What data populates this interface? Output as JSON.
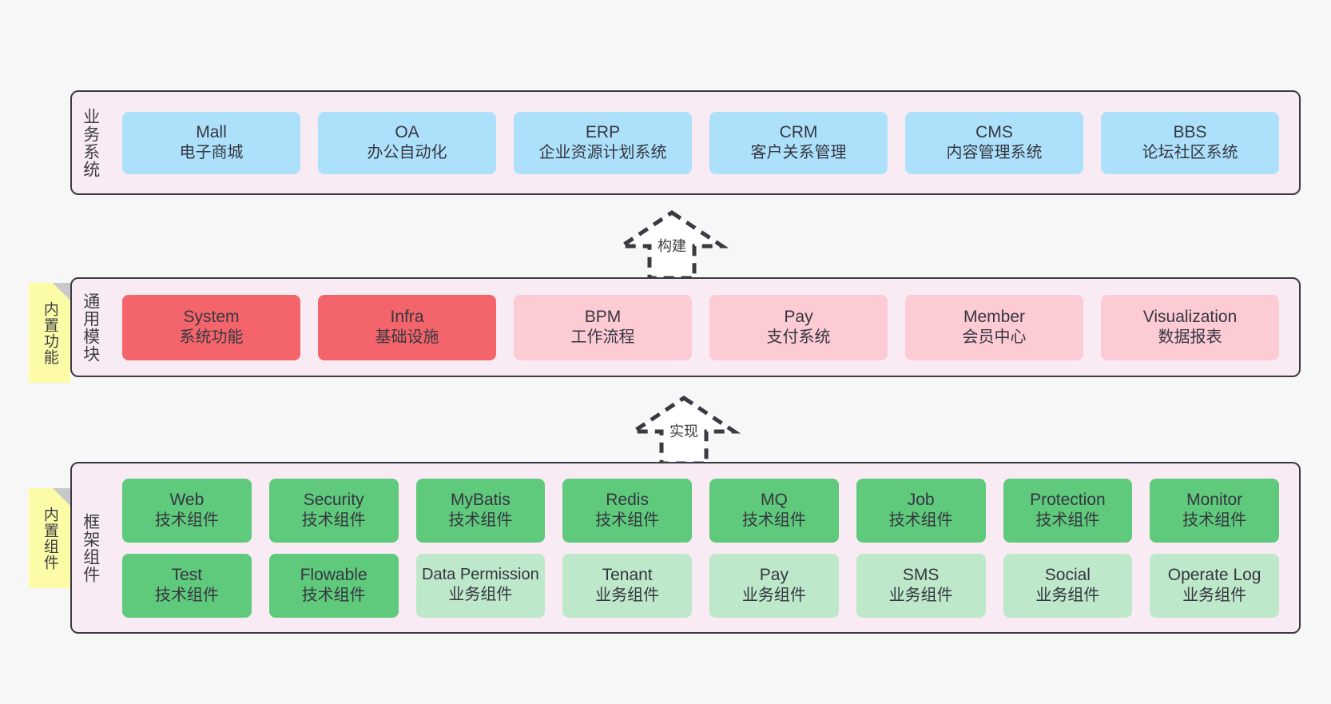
{
  "canvas": {
    "background": "#f7f7f7",
    "panel_bg": "#f9ebf4",
    "panel_border": "#3a3a42",
    "note_bg": "#fcfba6",
    "colors": {
      "business": "#ade1fb",
      "module_core": "#f4656b",
      "module_optional": "#fccbd4",
      "framework_tech": "#5fc97c",
      "framework_biz": "#bde8c9"
    }
  },
  "layers": {
    "business": {
      "title": "业务系统",
      "cards": [
        {
          "name": "Mall",
          "desc": "电子商城",
          "color": "blue"
        },
        {
          "name": "OA",
          "desc": "办公自动化",
          "color": "blue"
        },
        {
          "name": "ERP",
          "desc": "企业资源计划系统",
          "color": "blue"
        },
        {
          "name": "CRM",
          "desc": "客户关系管理",
          "color": "blue"
        },
        {
          "name": "CMS",
          "desc": "内容管理系统",
          "color": "blue"
        },
        {
          "name": "BBS",
          "desc": "论坛社区系统",
          "color": "blue"
        }
      ]
    },
    "module": {
      "title": "通用模块",
      "note": "内置功能",
      "cards": [
        {
          "name": "System",
          "desc": "系统功能",
          "color": "red"
        },
        {
          "name": "Infra",
          "desc": "基础设施",
          "color": "red"
        },
        {
          "name": "BPM",
          "desc": "工作流程",
          "color": "pink"
        },
        {
          "name": "Pay",
          "desc": "支付系统",
          "color": "pink"
        },
        {
          "name": "Member",
          "desc": "会员中心",
          "color": "pink"
        },
        {
          "name": "Visualization",
          "desc": "数据报表",
          "color": "pink"
        }
      ]
    },
    "framework": {
      "title": "框架组件",
      "note": "内置组件",
      "row1": [
        {
          "name": "Web",
          "desc": "技术组件",
          "color": "green"
        },
        {
          "name": "Security",
          "desc": "技术组件",
          "color": "green"
        },
        {
          "name": "MyBatis",
          "desc": "技术组件",
          "color": "green"
        },
        {
          "name": "Redis",
          "desc": "技术组件",
          "color": "green"
        },
        {
          "name": "MQ",
          "desc": "技术组件",
          "color": "green"
        },
        {
          "name": "Job",
          "desc": "技术组件",
          "color": "green"
        },
        {
          "name": "Protection",
          "desc": "技术组件",
          "color": "green"
        },
        {
          "name": "Monitor",
          "desc": "技术组件",
          "color": "green"
        }
      ],
      "row2": [
        {
          "name": "Test",
          "desc": "技术组件",
          "color": "green"
        },
        {
          "name": "Flowable",
          "desc": "技术组件",
          "color": "green"
        },
        {
          "name": "Data Permission",
          "desc": "业务组件",
          "color": "lightgreen"
        },
        {
          "name": "Tenant",
          "desc": "业务组件",
          "color": "lightgreen"
        },
        {
          "name": "Pay",
          "desc": "业务组件",
          "color": "lightgreen"
        },
        {
          "name": "SMS",
          "desc": "业务组件",
          "color": "lightgreen"
        },
        {
          "name": "Social",
          "desc": "业务组件",
          "color": "lightgreen"
        },
        {
          "name": "Operate Log",
          "desc": "业务组件",
          "color": "lightgreen"
        }
      ]
    }
  },
  "connectors": [
    {
      "label": "构建",
      "direction": "up",
      "style": "dashed-hollow-arrow"
    },
    {
      "label": "实现",
      "direction": "up",
      "style": "dashed-hollow-arrow"
    }
  ]
}
